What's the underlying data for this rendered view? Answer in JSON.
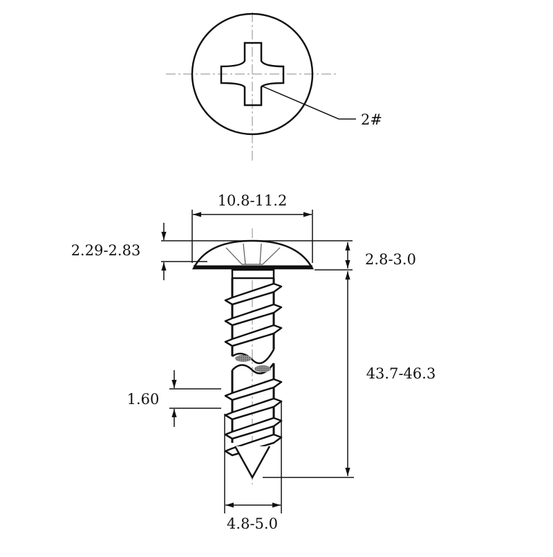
{
  "drawing": {
    "title": "Phillips truss head tapping screw",
    "top_view": {
      "drive_label": "2#"
    },
    "dimensions": {
      "head_diameter": "10.8-11.2",
      "head_height": "2.29-2.83",
      "washer_height": "2.8-3.0",
      "length": "43.7-46.3",
      "thread_pitch": "1.60",
      "thread_diameter": "4.8-5.0"
    },
    "colors": {
      "line": "#111111",
      "center_line": "#888888",
      "hatch": "#555555"
    }
  }
}
